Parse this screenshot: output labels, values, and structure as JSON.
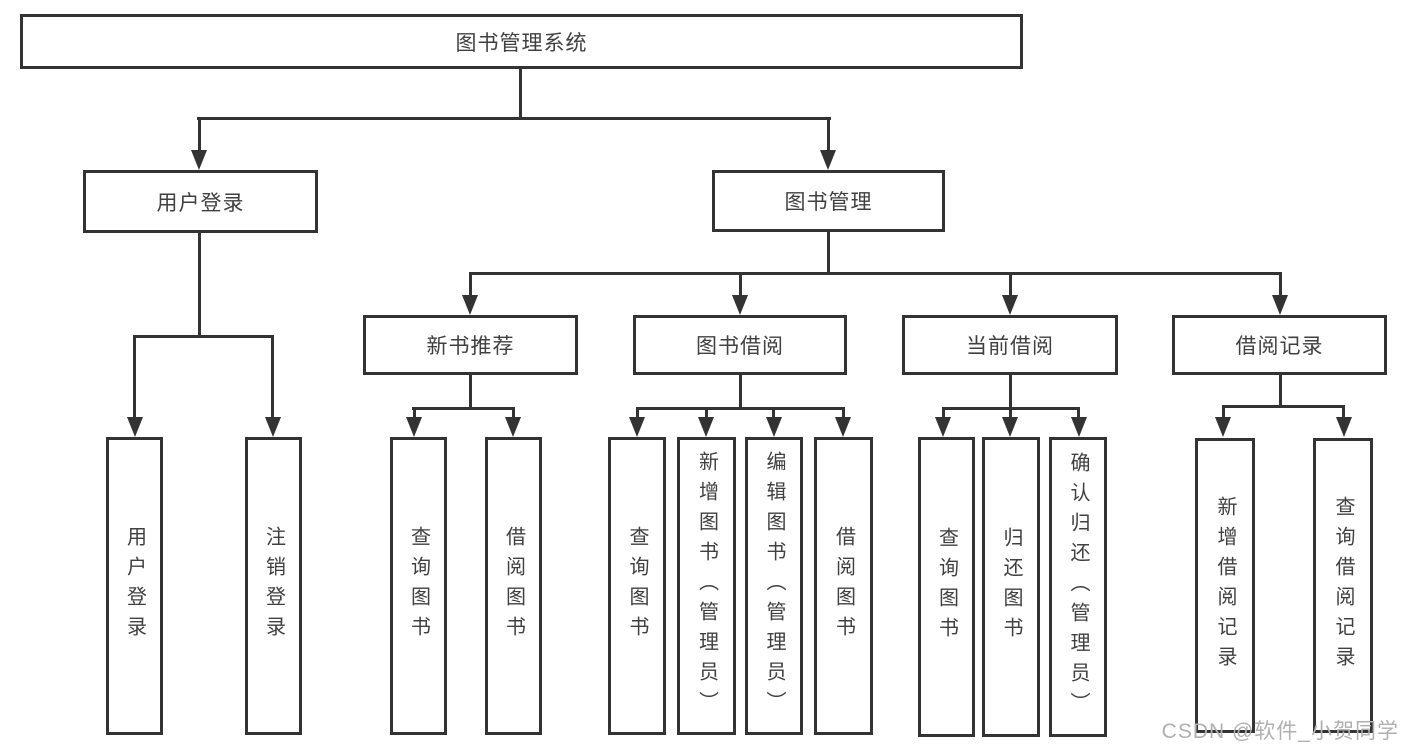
{
  "tree": {
    "root_label": "图书管理系统",
    "branches": [
      {
        "label": "用户登录",
        "leaves": [
          "用户登录",
          "注销登录"
        ]
      },
      {
        "label": "图书管理",
        "groups": [
          {
            "label": "新书推荐",
            "leaves": [
              "查询图书",
              "借阅图书"
            ]
          },
          {
            "label": "图书借阅",
            "leaves": [
              "查询图书",
              "新增图书（管理员）",
              "编辑图书（管理员）",
              "借阅图书"
            ]
          },
          {
            "label": "当前借阅",
            "leaves": [
              "查询图书",
              "归还图书",
              "确认归还（管理员）"
            ]
          },
          {
            "label": "借阅记录",
            "leaves": [
              "新增借阅记录",
              "查询借阅记录"
            ]
          }
        ]
      }
    ]
  },
  "watermark": {
    "text": "CSDN @软件_小贺同学"
  },
  "colors": {
    "line": "#333333",
    "text": "#404040",
    "background": "#ffffff",
    "watermark_text": "#b0b0b0"
  }
}
